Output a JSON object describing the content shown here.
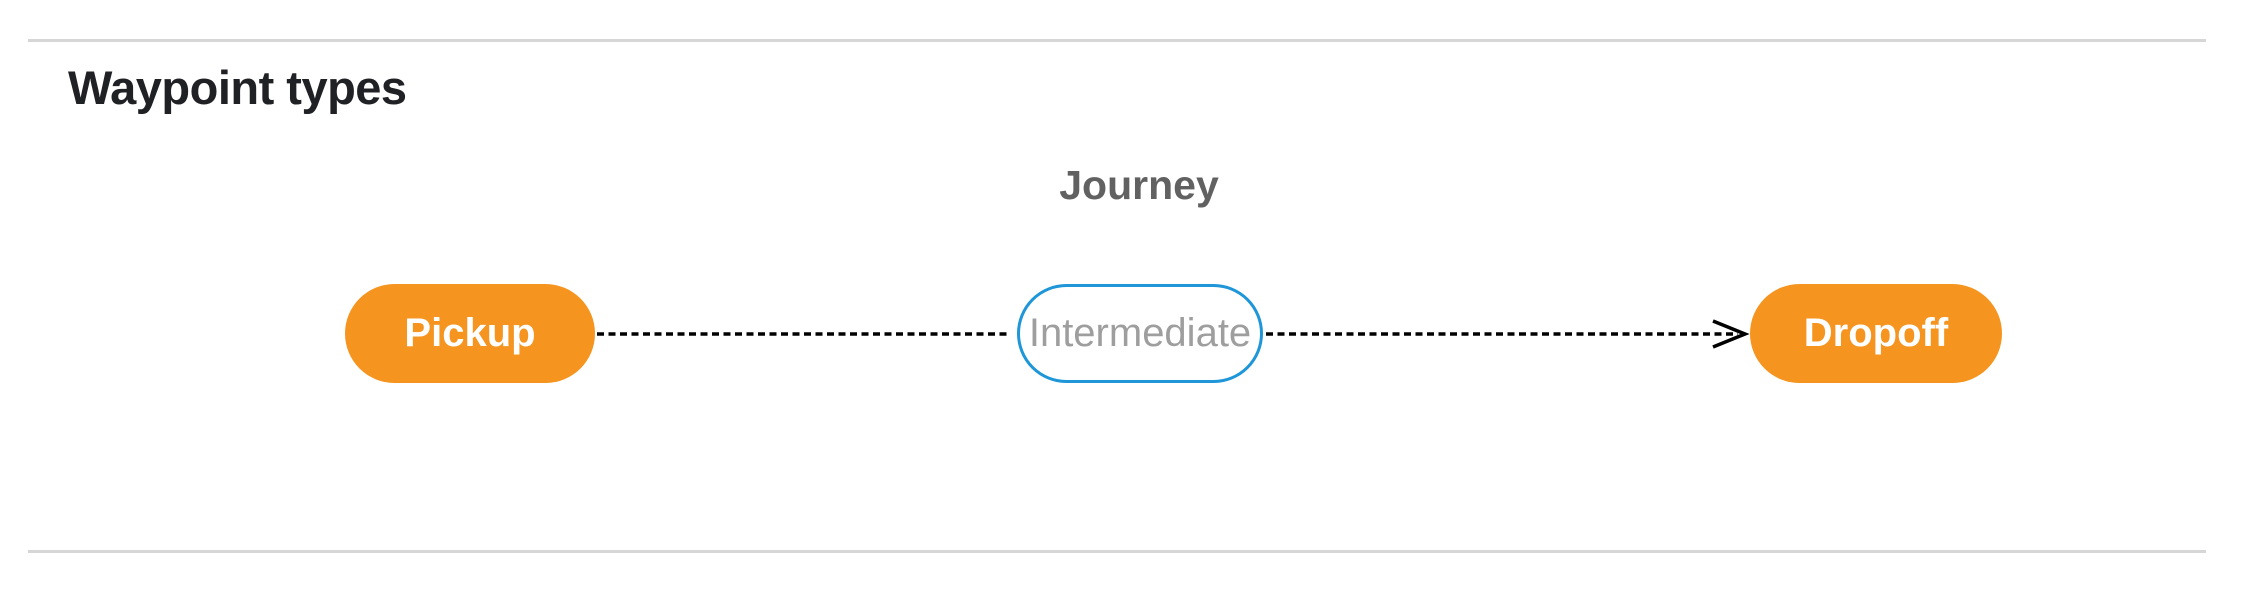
{
  "section": {
    "heading": "Waypoint types"
  },
  "diagram": {
    "caption": "Journey",
    "nodes": [
      {
        "id": "pickup",
        "label": "Pickup",
        "kind": "required-stop"
      },
      {
        "id": "intermediate",
        "label": "Intermediate",
        "kind": "optional-stop"
      },
      {
        "id": "dropoff",
        "label": "Dropoff",
        "kind": "required-stop"
      }
    ],
    "edges": [
      {
        "from": "pickup",
        "to": "intermediate",
        "style": "dashed",
        "arrowhead": false
      },
      {
        "from": "intermediate",
        "to": "dropoff",
        "style": "dashed",
        "arrowhead": true
      }
    ]
  },
  "colors": {
    "background": "#FFFFFF",
    "heading_text": "#202124",
    "caption_text": "#616161",
    "node_fill": "#F5941F",
    "node_text": "#FFFFFF",
    "optional_node_border": "#1E96D8",
    "optional_node_text": "#9E9E9E",
    "edge_stroke": "#000000",
    "divider": "#D6D6D6"
  }
}
